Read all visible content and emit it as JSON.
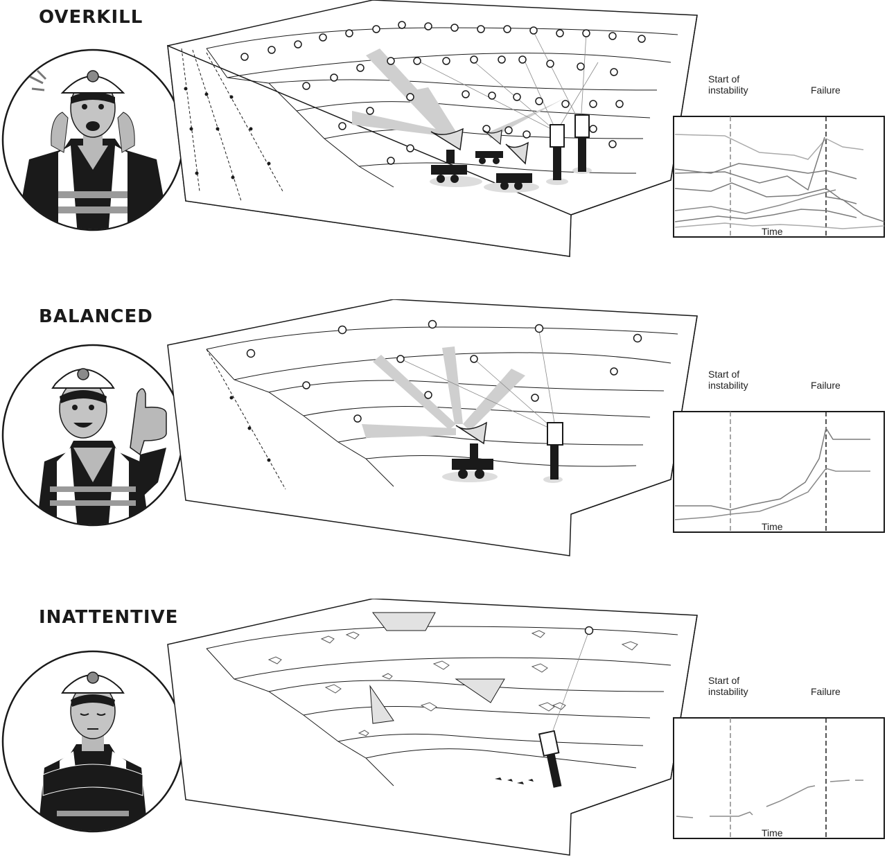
{
  "panels": [
    {
      "id": "overkill",
      "title": "OVERKILL",
      "chart": {
        "start_label": "Start of\ninstability",
        "failure_label": "Failure",
        "time_label": "Time"
      }
    },
    {
      "id": "balanced",
      "title": "BALANCED",
      "chart": {
        "start_label": "Start of\ninstability",
        "failure_label": "Failure",
        "time_label": "Time"
      }
    },
    {
      "id": "inattentive",
      "title": "INATTENTIVE",
      "chart": {
        "start_label": "Start of\ninstability",
        "failure_label": "Failure",
        "time_label": "Time"
      }
    }
  ],
  "icons": {
    "worker": "miner-with-helmet-icon",
    "radar": "radar-dish-icon",
    "station": "total-station-icon",
    "prism": "survey-prism-icon"
  },
  "colors": {
    "ink": "#1a1a1a",
    "shade": "#c8c8c8",
    "skin": "#b9b9b9",
    "line_dark": "#7a7a7a",
    "line_light": "#a8a8a8"
  }
}
